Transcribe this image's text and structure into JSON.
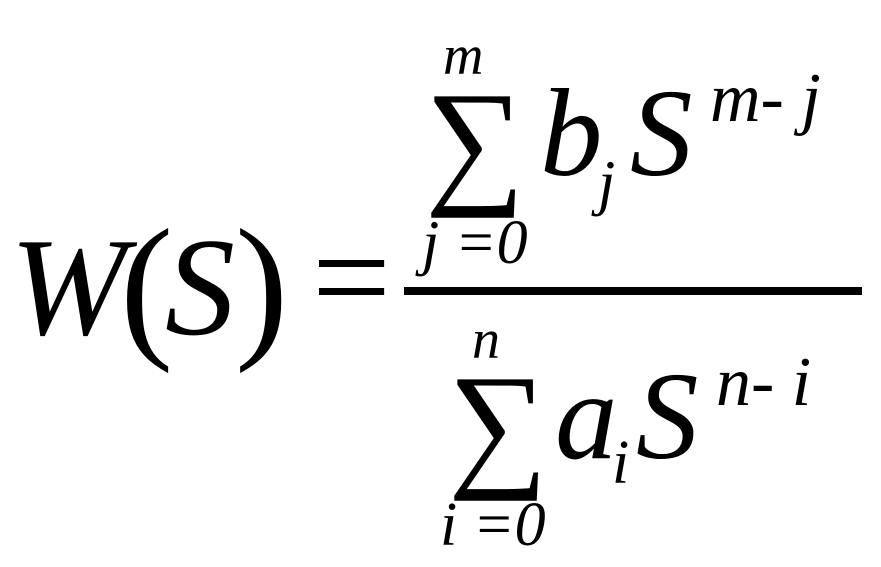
{
  "formula": {
    "lhs": {
      "function": "W",
      "open_paren": "(",
      "variable": "S",
      "close_paren": ")",
      "equals": "="
    },
    "numerator": {
      "sum_symbol": "∑",
      "upper_limit": "m",
      "lower_limit": "j =0",
      "coefficient": "b",
      "coefficient_subscript": "j",
      "base": "S",
      "exponent": "m- j"
    },
    "denominator": {
      "sum_symbol": "∑",
      "upper_limit": "n",
      "lower_limit": "i =0",
      "coefficient": "a",
      "coefficient_subscript": "i",
      "base": "S",
      "exponent": "n- i"
    }
  }
}
